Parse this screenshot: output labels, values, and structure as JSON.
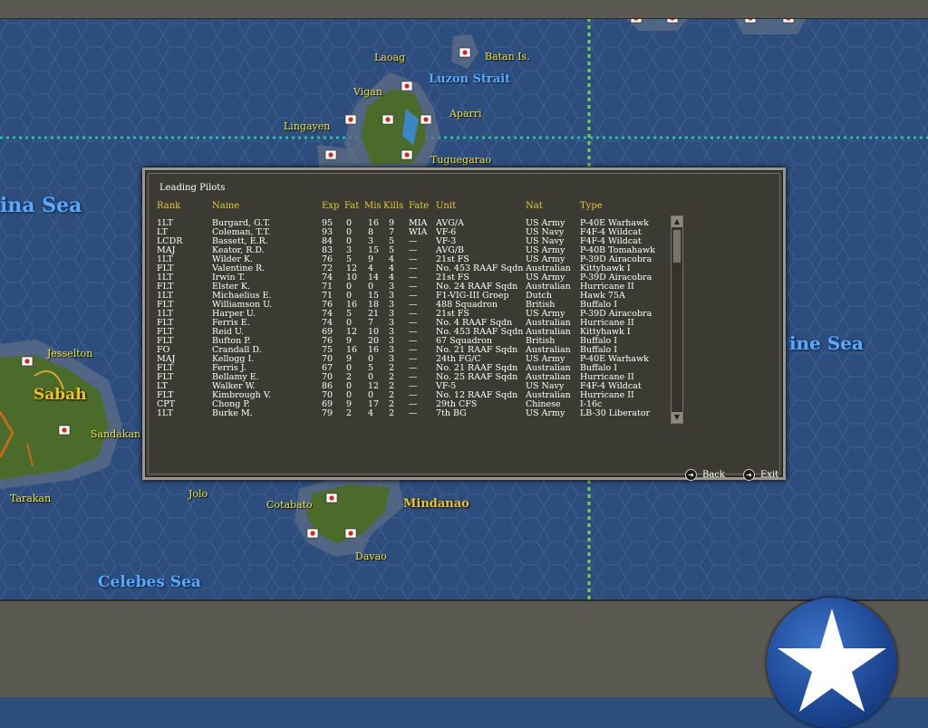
{
  "dialog": {
    "title": "Leading Pilots",
    "columns": [
      "Rank",
      "Name",
      "Exp",
      "Fat",
      "Mis",
      "Kills",
      "Fate",
      "Unit",
      "Nat",
      "Type"
    ],
    "rows": [
      [
        "1LT",
        "Burgard, G.T.",
        "95",
        "0",
        "16",
        "9",
        "MIA",
        "AVG/A",
        "US Army",
        "P-40E Warhawk"
      ],
      [
        "LT",
        "Coleman, T.T.",
        "93",
        "0",
        "8",
        "7",
        "WIA",
        "VF-6",
        "US Navy",
        "F4F-4 Wildcat"
      ],
      [
        "LCDR",
        "Bassett, E.R.",
        "84",
        "0",
        "3",
        "5",
        "—",
        "VF-3",
        "US Navy",
        "F4F-4 Wildcat"
      ],
      [
        "MAJ",
        "Keator, R.D.",
        "83",
        "3",
        "15",
        "5",
        "—",
        "AVG/B",
        "US Army",
        "P-40B Tomahawk"
      ],
      [
        "1LT",
        "Wilder K.",
        "76",
        "5",
        "9",
        "4",
        "—",
        "21st FS",
        "US Army",
        "P-39D Airacobra"
      ],
      [
        "FLT",
        "Valentine R.",
        "72",
        "12",
        "4",
        "4",
        "—",
        "No. 453 RAAF Sqdn",
        "Australian",
        "Kittyhawk I"
      ],
      [
        "1LT",
        "Irwin T.",
        "74",
        "10",
        "14",
        "4",
        "—",
        "21st FS",
        "US Army",
        "P-39D Airacobra"
      ],
      [
        "FLT",
        "Elster K.",
        "71",
        "0",
        "0",
        "3",
        "—",
        "No. 24 RAAF Sqdn",
        "Australian",
        "Hurricane II"
      ],
      [
        "1LT",
        "Michaelius E.",
        "71",
        "0",
        "15",
        "3",
        "—",
        "F1-VIG-III Groep",
        "Dutch",
        "Hawk 75A"
      ],
      [
        "FLT",
        "Williamson U.",
        "76",
        "16",
        "18",
        "3",
        "—",
        "488 Squadron",
        "British",
        "Buffalo I"
      ],
      [
        "1LT",
        "Harper U.",
        "74",
        "5",
        "21",
        "3",
        "—",
        "21st FS",
        "US Army",
        "P-39D Airacobra"
      ],
      [
        "FLT",
        "Ferris E.",
        "74",
        "0",
        "7",
        "3",
        "—",
        "No. 4 RAAF Sqdn",
        "Australian",
        "Hurricane II"
      ],
      [
        "FLT",
        "Reid U.",
        "69",
        "12",
        "10",
        "3",
        "—",
        "No. 453 RAAF Sqdn",
        "Australian",
        "Kittyhawk I"
      ],
      [
        "FLT",
        "Bufton P.",
        "76",
        "9",
        "20",
        "3",
        "—",
        "67 Squadron",
        "British",
        "Buffalo I"
      ],
      [
        "FO",
        "Crandall D.",
        "75",
        "16",
        "16",
        "3",
        "—",
        "No. 21 RAAF Sqdn",
        "Australian",
        "Buffalo I"
      ],
      [
        "MAJ",
        "Kellogg I.",
        "70",
        "9",
        "0",
        "3",
        "—",
        "24th FG/C",
        "US Army",
        "P-40E Warhawk"
      ],
      [
        "FLT",
        "Ferris J.",
        "67",
        "0",
        "5",
        "2",
        "—",
        "No. 21 RAAF Sqdn",
        "Australian",
        "Buffalo I"
      ],
      [
        "FLT",
        "Bellamy E.",
        "70",
        "2",
        "0",
        "2",
        "—",
        "No. 25 RAAF Sqdn",
        "Australian",
        "Hurricane II"
      ],
      [
        "LT",
        "Walker W.",
        "86",
        "0",
        "12",
        "2",
        "—",
        "VF-5",
        "US Navy",
        "F4F-4 Wildcat"
      ],
      [
        "FLT",
        "Kimbrough V.",
        "70",
        "0",
        "0",
        "2",
        "—",
        "No. 12 RAAF Sqdn",
        "Australian",
        "Hurricane II"
      ],
      [
        "CPT",
        "Chong P.",
        "69",
        "9",
        "17",
        "2",
        "—",
        "29th CFS",
        "Chinese",
        "I-16c"
      ],
      [
        "1LT",
        "Burke M.",
        "79",
        "2",
        "4",
        "2",
        "—",
        "7th BG",
        "US Army",
        "LB-30 Liberator"
      ]
    ],
    "back_label": "Back",
    "exit_label": "Exit"
  },
  "map": {
    "labels": [
      {
        "text": "Laoag",
        "kind": "place"
      },
      {
        "text": "Batan Is.",
        "kind": "place"
      },
      {
        "text": "Luzon Strait",
        "kind": "strait"
      },
      {
        "text": "Vigan",
        "kind": "place"
      },
      {
        "text": "Aparri",
        "kind": "place"
      },
      {
        "text": "Lingayen",
        "kind": "place"
      },
      {
        "text": "Tuguegarao",
        "kind": "place"
      },
      {
        "text": "ina Sea",
        "kind": "sea"
      },
      {
        "text": "ine Sea",
        "kind": "sea-s"
      },
      {
        "text": "Jesselton",
        "kind": "place"
      },
      {
        "text": "Sabah",
        "kind": "region"
      },
      {
        "text": "Sandakan",
        "kind": "place"
      },
      {
        "text": "Tarakan",
        "kind": "place"
      },
      {
        "text": "Jolo",
        "kind": "place"
      },
      {
        "text": "Cotabato",
        "kind": "place"
      },
      {
        "text": "Mindanao",
        "kind": "region"
      },
      {
        "text": "Davao",
        "kind": "place"
      },
      {
        "text": "Celebes Sea",
        "kind": "sea-s"
      }
    ]
  },
  "colors": {
    "ocean": "#2d4d7c",
    "land": "#4a6b2a",
    "panel": "#3c3b33",
    "header_text": "#e6c93a",
    "place_text": "#f2e23a",
    "sea_text": "#5aa8ff"
  },
  "icons": {
    "badge": "white-star-icon",
    "base_marker": "airbase-flag-icon",
    "nav_arrow": "arrow-right-icon"
  }
}
